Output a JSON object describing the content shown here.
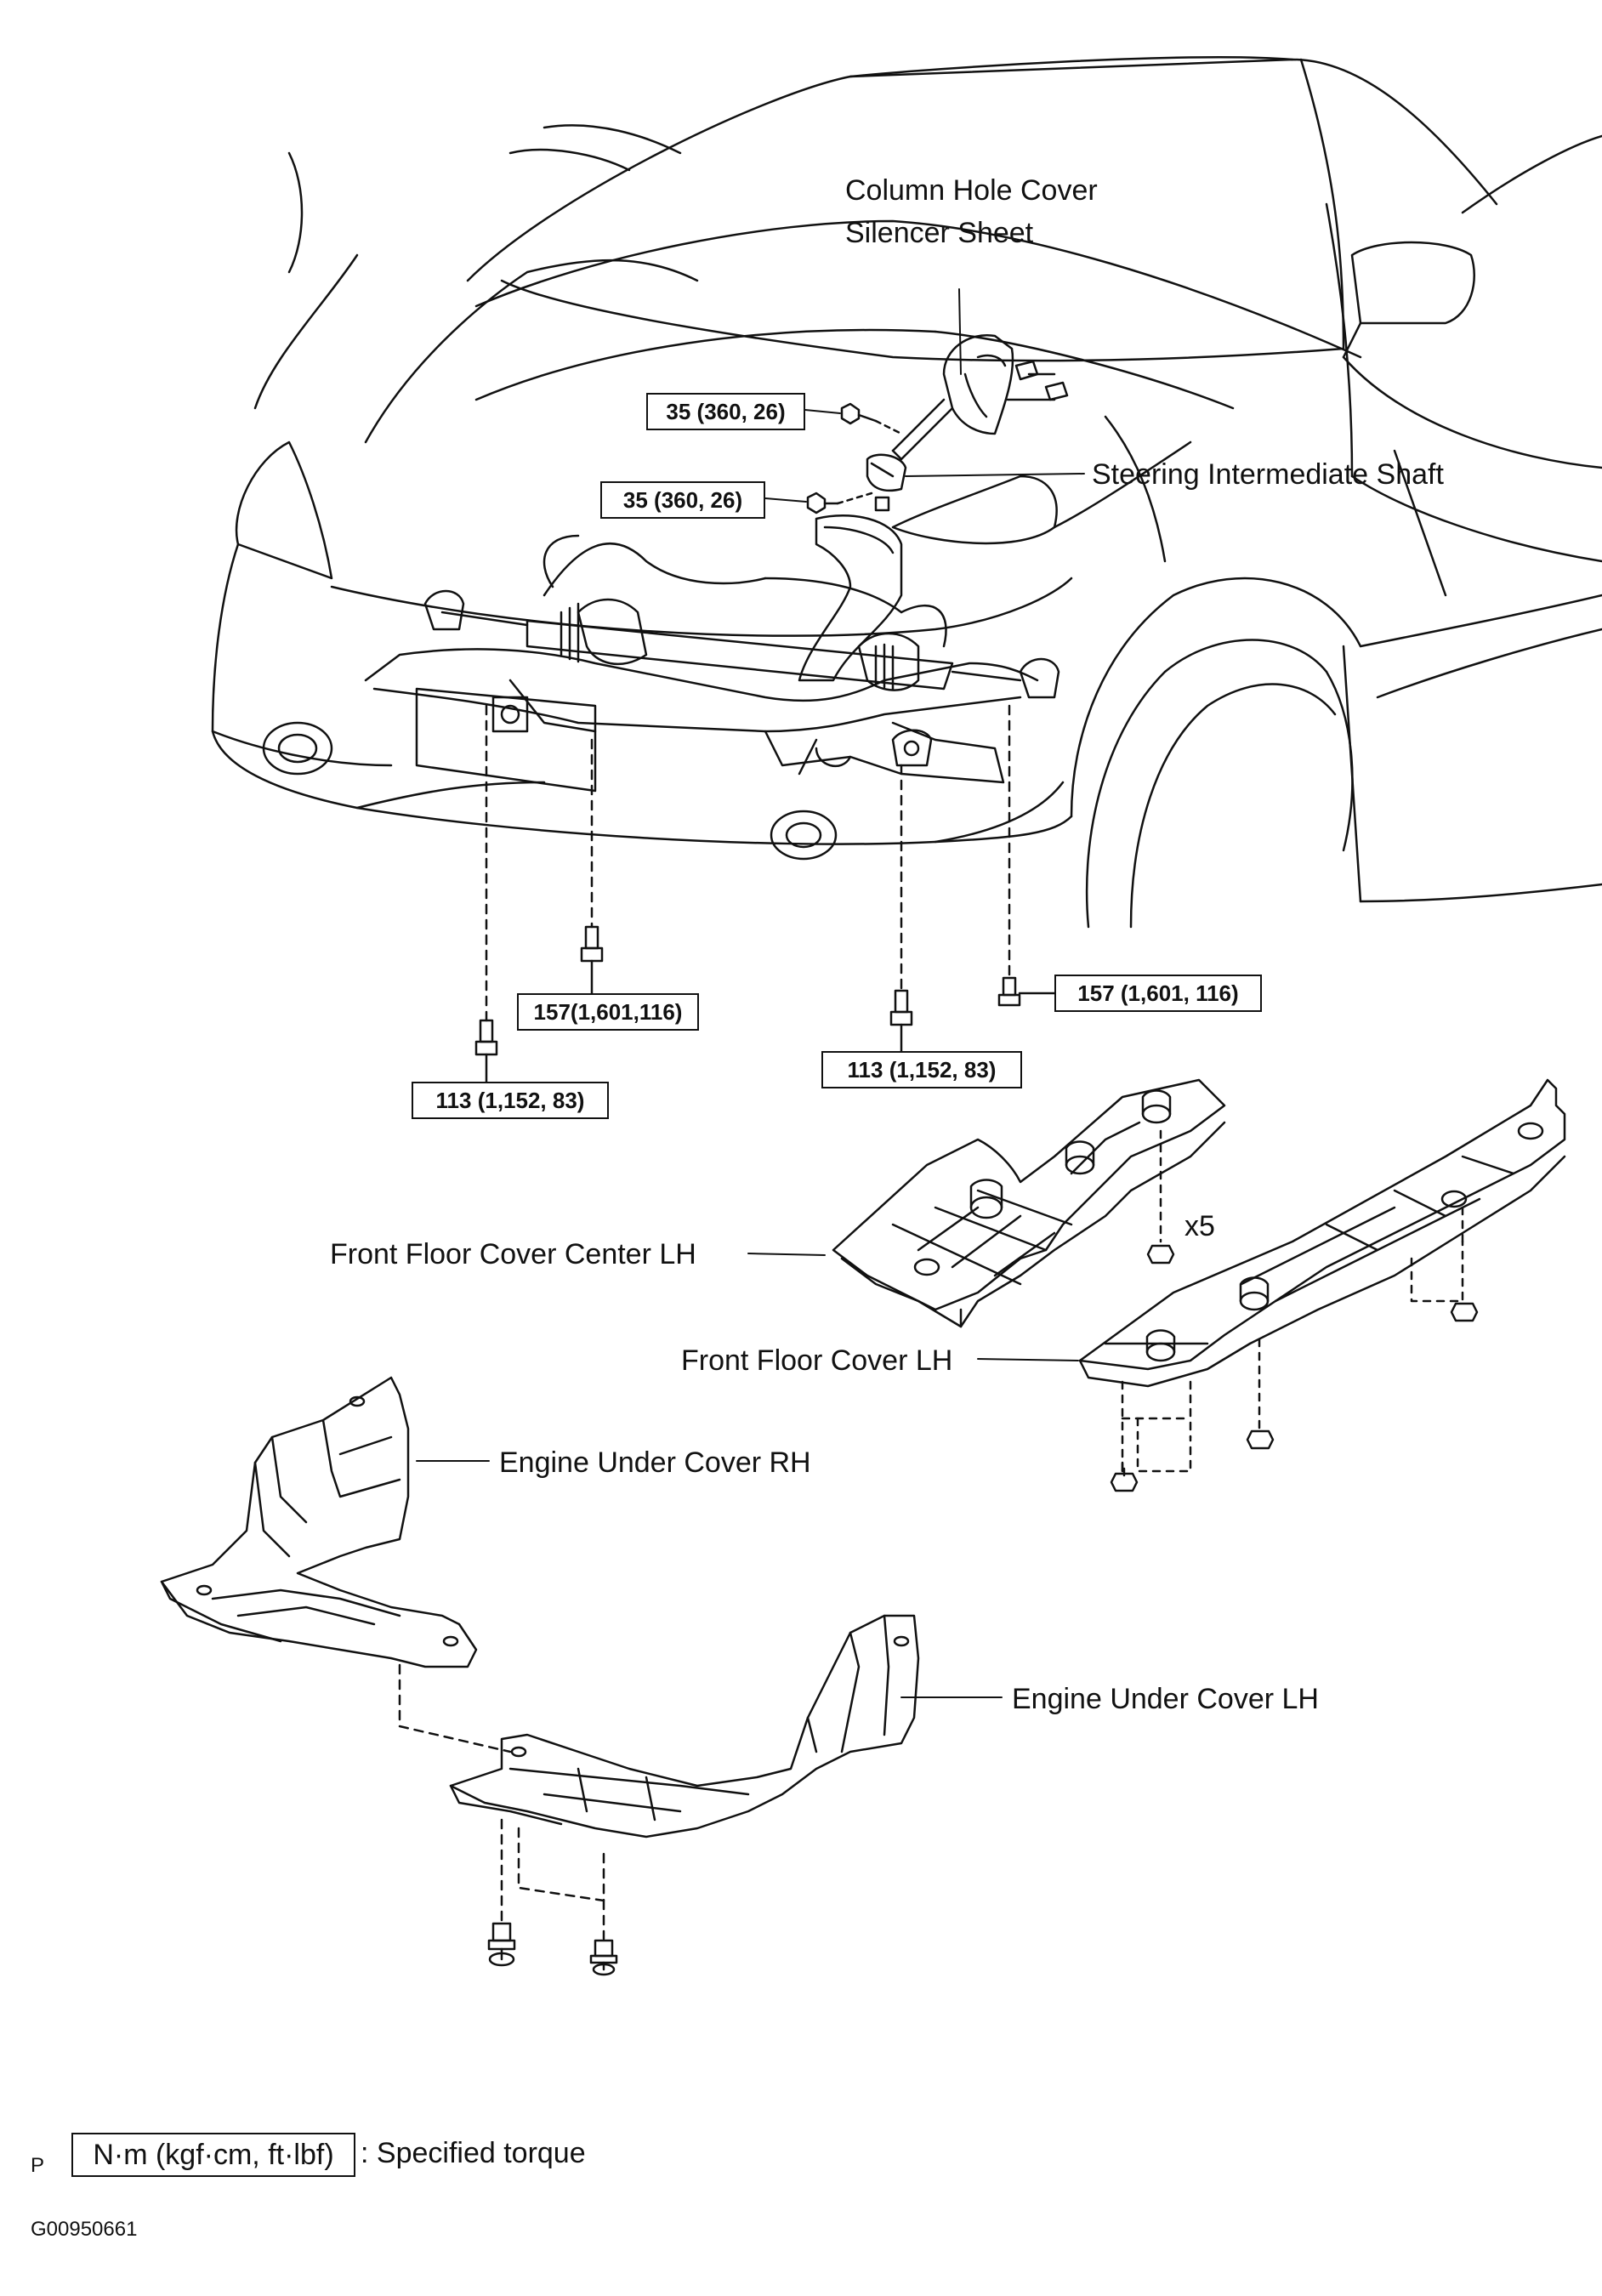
{
  "labels": {
    "column_hole_cover": "Column Hole Cover",
    "silencer_sheet": "Silencer Sheet",
    "steering_intermediate_shaft": "Steering Intermediate Shaft",
    "front_floor_cover_center_lh": "Front Floor Cover Center LH",
    "front_floor_cover_lh": "Front Floor Cover LH",
    "engine_under_cover_rh": "Engine Under Cover RH",
    "engine_under_cover_lh": "Engine Under Cover LH",
    "x5": "x5"
  },
  "torques": {
    "shaft_upper": "35 (360, 26)",
    "shaft_lower": "35 (360, 26)",
    "crossmember_left_rear": "157(1,601,116)",
    "crossmember_right_rear": "157 (1,601, 116)",
    "crossmember_left_front": "113 (1,152, 83)",
    "crossmember_right_front": "113 (1,152, 83)"
  },
  "legend": {
    "unit_box": "N·m (kgf·cm, ft·lbf)",
    "description": ": Specified torque",
    "prefix": "P",
    "figure_id": "G00950661"
  }
}
